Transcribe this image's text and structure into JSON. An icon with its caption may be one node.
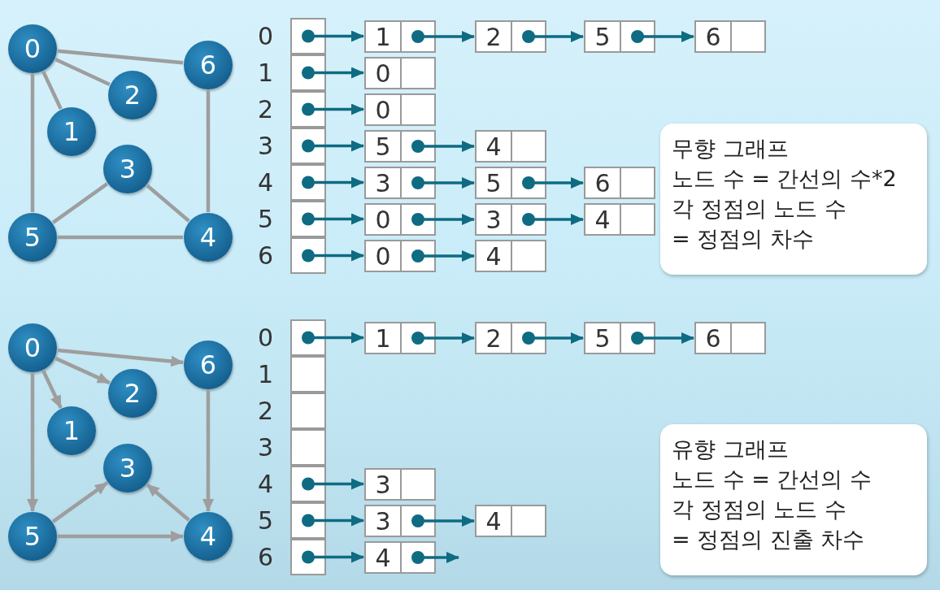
{
  "diagram": {
    "nodes": [
      {
        "text": [
          "0"
        ]
      },
      {
        "text": [
          "1"
        ]
      },
      {
        "text": [
          "2"
        ]
      },
      {
        "text": [
          "3"
        ]
      },
      {
        "text": [
          "4"
        ]
      },
      {
        "text": [
          "5"
        ]
      },
      {
        "text": [
          "6"
        ]
      },
      {
        "text": [
          "0"
        ]
      },
      {
        "text": [
          "1"
        ]
      },
      {
        "text": [
          "2"
        ]
      },
      {
        "text": [
          "3"
        ]
      },
      {
        "text": [
          "4"
        ]
      },
      {
        "text": [
          "5"
        ]
      },
      {
        "text": [
          "6"
        ]
      },
      {
        "text": [],
        "shape": "box",
        "beside": [
          "0"
        ]
      },
      {
        "text": [],
        "shape": "box",
        "beside": [
          "1"
        ]
      },
      {
        "text": [],
        "shape": "box",
        "beside": [
          "2"
        ]
      },
      {
        "text": [],
        "shape": "box",
        "beside": [
          "3"
        ]
      },
      {
        "text": [],
        "shape": "box",
        "beside": [
          "4"
        ]
      },
      {
        "text": [],
        "shape": "box",
        "beside": [
          "5"
        ]
      },
      {
        "text": [],
        "shape": "box",
        "beside": [
          "6"
        ]
      },
      {
        "text": [],
        "shape": "box",
        "beside": [
          "0"
        ]
      },
      {
        "text": [],
        "shape": "box",
        "beside": [
          "1"
        ]
      },
      {
        "text": [],
        "shape": "box",
        "beside": [
          "2"
        ]
      },
      {
        "text": [],
        "shape": "box",
        "beside": [
          "3"
        ]
      },
      {
        "text": [],
        "shape": "box",
        "beside": [
          "4"
        ]
      },
      {
        "text": [],
        "shape": "box",
        "beside": [
          "5"
        ]
      },
      {
        "text": [],
        "shape": "box",
        "beside": [
          "6"
        ]
      },
      {
        "text": [
          "1"
        ]
      },
      {
        "text": [
          "2"
        ]
      },
      {
        "text": [
          "5"
        ]
      },
      {
        "text": [
          "6"
        ]
      },
      {
        "text": [
          "0"
        ]
      },
      {
        "text": [
          "0"
        ]
      },
      {
        "text": [
          "5"
        ]
      },
      {
        "text": [
          "4"
        ]
      },
      {
        "text": [
          "3"
        ]
      },
      {
        "text": [
          "5"
        ]
      },
      {
        "text": [
          "6"
        ]
      },
      {
        "text": [
          "0"
        ]
      },
      {
        "text": [
          "3"
        ]
      },
      {
        "text": [
          "4"
        ]
      },
      {
        "text": [
          "0"
        ]
      },
      {
        "text": [
          "4"
        ]
      },
      {
        "text": [
          "1"
        ]
      },
      {
        "text": [
          "2"
        ]
      },
      {
        "text": [
          "5"
        ]
      },
      {
        "text": [
          "6"
        ]
      },
      {
        "text": [
          "3"
        ]
      },
      {
        "text": [
          "3"
        ]
      },
      {
        "text": [
          "4"
        ]
      },
      {
        "text": [
          "4"
        ]
      },
      {
        "text": [
          "무향 그래프",
          "노드 수 = 간선의 수*2",
          "각 정점의 노드 수",
          "= 정점의 차수"
        ]
      },
      {
        "text": [
          "유향 그래프",
          "노드 수 = 간선의 수",
          "각 정점의 노드 수",
          "= 정점의 진출 차수"
        ]
      }
    ],
    "edges": [
      {
        "from": 0,
        "to": 6,
        "arrow": "none",
        "color": "#9e9e9e"
      },
      {
        "from": 0,
        "to": 2,
        "arrow": "none",
        "color": "#9e9e9e"
      },
      {
        "from": 0,
        "to": 1,
        "arrow": "none",
        "color": "#9e9e9e"
      },
      {
        "from": 0,
        "to": 5,
        "arrow": "none",
        "color": "#9e9e9e"
      },
      {
        "from": 5,
        "to": 3,
        "arrow": "none",
        "color": "#9e9e9e"
      },
      {
        "from": 3,
        "to": 4,
        "arrow": "none",
        "color": "#9e9e9e"
      },
      {
        "from": 5,
        "to": 4,
        "arrow": "none",
        "color": "#9e9e9e"
      },
      {
        "from": 6,
        "to": 4,
        "arrow": "none",
        "color": "#9e9e9e"
      },
      {
        "from": 7,
        "to": 13,
        "arrow": "to",
        "color": "#9e9e9e"
      },
      {
        "from": 7,
        "to": 9,
        "arrow": "to",
        "color": "#9e9e9e"
      },
      {
        "from": 7,
        "to": 8,
        "arrow": "to",
        "color": "#9e9e9e"
      },
      {
        "from": 7,
        "to": 12,
        "arrow": "to",
        "color": "#9e9e9e"
      },
      {
        "from": 12,
        "to": 10,
        "arrow": "to",
        "color": "#9e9e9e"
      },
      {
        "from": 11,
        "to": 10,
        "arrow": "to",
        "color": "#9e9e9e"
      },
      {
        "from": 12,
        "to": 11,
        "arrow": "to",
        "color": "#9e9e9e"
      },
      {
        "from": 13,
        "to": 11,
        "arrow": "to",
        "color": "#9e9e9e"
      },
      {
        "from": 14,
        "to": 28,
        "arrow": "to"
      },
      {
        "from": 28,
        "to": 29,
        "arrow": "to"
      },
      {
        "from": 29,
        "to": 30,
        "arrow": "to"
      },
      {
        "from": 30,
        "to": 31,
        "arrow": "to"
      },
      {
        "from": 15,
        "to": 32,
        "arrow": "to"
      },
      {
        "from": 16,
        "to": 33,
        "arrow": "to"
      },
      {
        "from": 17,
        "to": 34,
        "arrow": "to"
      },
      {
        "from": 34,
        "to": 35,
        "arrow": "to"
      },
      {
        "from": 18,
        "to": 36,
        "arrow": "to"
      },
      {
        "from": 36,
        "to": 37,
        "arrow": "to"
      },
      {
        "from": 37,
        "to": 38,
        "arrow": "to"
      },
      {
        "from": 19,
        "to": 39,
        "arrow": "to"
      },
      {
        "from": 39,
        "to": 40,
        "arrow": "to"
      },
      {
        "from": 40,
        "to": 41,
        "arrow": "to"
      },
      {
        "from": 20,
        "to": 42,
        "arrow": "to"
      },
      {
        "from": 42,
        "to": 43,
        "arrow": "to"
      },
      {
        "from": 21,
        "to": 44,
        "arrow": "to"
      },
      {
        "from": 44,
        "to": 45,
        "arrow": "to"
      },
      {
        "from": 45,
        "to": 46,
        "arrow": "to"
      },
      {
        "from": 46,
        "to": 47,
        "arrow": "to"
      },
      {
        "from": 25,
        "to": 48,
        "arrow": "to"
      },
      {
        "from": 26,
        "to": 49,
        "arrow": "to"
      },
      {
        "from": 49,
        "to": 50,
        "arrow": "to"
      },
      {
        "from": 27,
        "to": 51,
        "arrow": "to"
      },
      {
        "from": 51,
        "to": null,
        "arrow": "to"
      }
    ]
  }
}
